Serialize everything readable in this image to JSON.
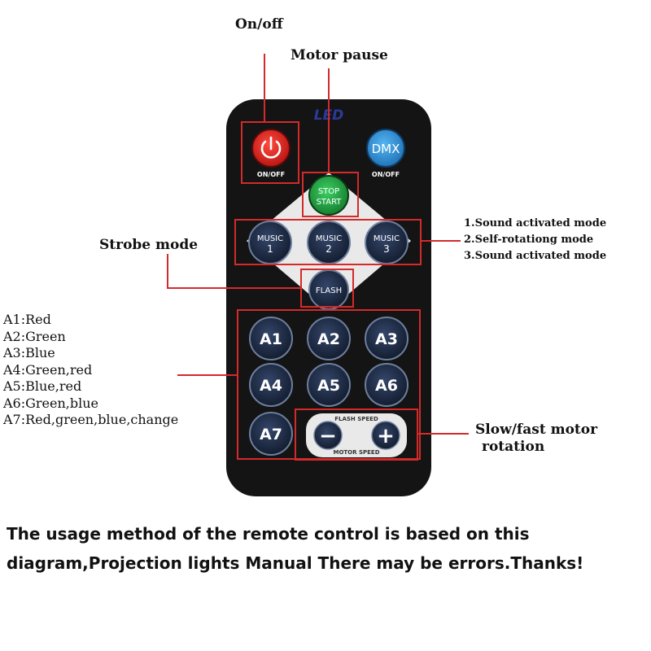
{
  "remote": {
    "brand": "LED",
    "power_label": "ON/OFF",
    "dmx_text": "DMX",
    "dmx_label": "ON/OFF",
    "stop_line1": "STOP",
    "stop_line2": "START",
    "music_word": "MUSIC",
    "music_numbers": [
      "1",
      "2",
      "3"
    ],
    "flash": "FLASH",
    "a_buttons": [
      "A1",
      "A2",
      "A3",
      "A4",
      "A5",
      "A6",
      "A7"
    ],
    "flash_speed": "FLASH SPEED",
    "motor_speed": "MOTOR SPEED",
    "minus": "−",
    "plus": "+"
  },
  "callouts": {
    "on_off": "On/off",
    "motor_pause": "Motor pause",
    "strobe": "Strobe mode",
    "modes": [
      "1.Sound activated mode",
      "2.Self-rotationg mode",
      "3.Sound activated mode"
    ],
    "colors": [
      "A1:Red",
      "A2:Green",
      "A3:Blue",
      "A4:Green,red",
      "A5:Blue,red",
      "A6:Green,blue",
      "A7:Red,green,blue,change"
    ],
    "speed_line1": "Slow/fast motor",
    "speed_line2": "rotation"
  },
  "note": {
    "line1": "The usage method of the remote control is based on this",
    "line2": "diagram,Projection lights Manual There may be errors.Thanks!"
  },
  "colors": {
    "remote_body": "#141414",
    "button_blue": "#1c2d4a",
    "power_red": "#d9231f",
    "dmx_blue": "#2a8fd6",
    "stop_green": "#1f9a3c",
    "callout_red": "#d42a2a"
  }
}
